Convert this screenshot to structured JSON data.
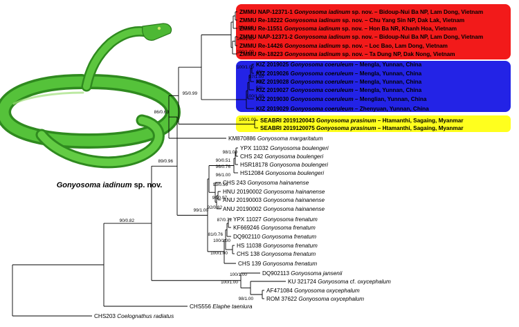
{
  "colors": {
    "clade_red": "#f21a1a",
    "clade_blue": "#2323e6",
    "clade_yellow": "#ffff1e",
    "branch": "#000000",
    "snake_green": "#3fae2c"
  },
  "photo": {
    "icon": "green-snake-photo",
    "caption": {
      "genus": "Gonyosoma",
      "epithet": "iadinum",
      "suffix": "sp. nov."
    }
  },
  "tips": [
    {
      "code": "ZMMU NAP-12371-1",
      "genus": "Gonyosoma",
      "epithet": "iadinum",
      "qual": "sp. nov.",
      "locality": "– Bidoup-Nui Ba NP, Lam Dong, Vietnam",
      "bold": true
    },
    {
      "code": "ZMMU Re-18222",
      "genus": "Gonyosoma",
      "epithet": "iadinum",
      "qual": "sp. nov.",
      "locality": "– Chu Yang Sin NP, Dak Lak, Vietnam",
      "bold": true
    },
    {
      "code": "ZMMU Re-11551",
      "genus": "Gonyosoma",
      "epithet": "iadinum",
      "qual": "sp. nov.",
      "locality": "– Hon Ba NR, Khanh Hoa, Vietnam",
      "bold": true
    },
    {
      "code": "ZMMU NAP-12371-2",
      "genus": "Gonyosoma",
      "epithet": "iadinum",
      "qual": "sp. nov.",
      "locality": "– Bidoup-Nui Ba NP, Lam Dong, Vietnam",
      "bold": true
    },
    {
      "code": "ZMMU Re-14426",
      "genus": "Gonyosoma",
      "epithet": "iadinum",
      "qual": "sp. nov.",
      "locality": "– Loc Bao, Lam Dong, Vietnam",
      "bold": true
    },
    {
      "code": "ZMMU Re-18223",
      "genus": "Gonyosoma",
      "epithet": "iadinum",
      "qual": "sp. nov.",
      "locality": "– Ta Dung NP, Dak Nong, Vietnam",
      "bold": true
    },
    {
      "code": "KIZ 2019025",
      "genus": "Gonyosoma",
      "epithet": "coeruleum",
      "qual": "",
      "locality": "– Mengla, Yunnan, China",
      "bold": true
    },
    {
      "code": "KIZ 2019026",
      "genus": "Gonyosoma",
      "epithet": "coeruleum",
      "qual": "",
      "locality": "– Mengla, Yunnan, China",
      "bold": true
    },
    {
      "code": "KIZ 2019028",
      "genus": "Gonyosoma",
      "epithet": "coeruleum",
      "qual": "",
      "locality": "– Mengla, Yunnan, China",
      "bold": true
    },
    {
      "code": "KIZ 2019027",
      "genus": "Gonyosoma",
      "epithet": "coeruleum",
      "qual": "",
      "locality": "– Mengla, Yunnan, China",
      "bold": true
    },
    {
      "code": "KIZ 2019030",
      "genus": "Gonyosoma",
      "epithet": "coeruleum",
      "qual": "",
      "locality": "– Menglian, Yunnan, China",
      "bold": true
    },
    {
      "code": "KIZ 2019029",
      "genus": "Gonyosoma",
      "epithet": "coeruleum",
      "qual": "",
      "locality": "– Zhenyuan, Yunnan, China",
      "bold": true
    },
    {
      "code": "SEABRI 2019120043",
      "genus": "Gonyosoma",
      "epithet": "prasinum",
      "qual": "",
      "locality": "– Htamanthi, Sagaing, Myanmar",
      "bold": true
    },
    {
      "code": "SEABRI 2019120075",
      "genus": "Gonyosoma",
      "epithet": "prasinum",
      "qual": "",
      "locality": "– Htamanthi, Sagaing, Myanmar",
      "bold": true
    },
    {
      "code": "KM870886",
      "genus": "Gonyosoma",
      "epithet": "margaritatum",
      "qual": "",
      "locality": "",
      "bold": false
    },
    {
      "code": "YPX 11032",
      "genus": "Gonyosoma",
      "epithet": "boulengeri",
      "qual": "",
      "locality": "",
      "bold": false
    },
    {
      "code": "CHS 242",
      "genus": "Gonyosoma",
      "epithet": "boulengeri",
      "qual": "",
      "locality": "",
      "bold": false
    },
    {
      "code": "HSR18178",
      "genus": "Gonyosoma",
      "epithet": "boulengeri",
      "qual": "",
      "locality": "",
      "bold": false
    },
    {
      "code": "HS12084",
      "genus": "Gonyosoma",
      "epithet": "boulengeri",
      "qual": "",
      "locality": "",
      "bold": false
    },
    {
      "code": "CHS 243",
      "genus": "Gonyosoma",
      "epithet": "hainanense",
      "qual": "",
      "locality": "",
      "bold": false
    },
    {
      "code": "HNU 20190002",
      "genus": "Gonyosoma",
      "epithet": "hainanense",
      "qual": "",
      "locality": "",
      "bold": false
    },
    {
      "code": "ANU 20190003",
      "genus": "Gonyosoma",
      "epithet": "hainanense",
      "qual": "",
      "locality": "",
      "bold": false
    },
    {
      "code": "ANU 20190002",
      "genus": "Gonyosoma",
      "epithet": "hainanense",
      "qual": "",
      "locality": "",
      "bold": false
    },
    {
      "code": "YPX 11027",
      "genus": "Gonyosoma",
      "epithet": "frenatum",
      "qual": "",
      "locality": "",
      "bold": false
    },
    {
      "code": "KF669246",
      "genus": "Gonyosoma",
      "epithet": "frenatum",
      "qual": "",
      "locality": "",
      "bold": false
    },
    {
      "code": "DQ902110",
      "genus": "Gonyosoma",
      "epithet": "frenatum",
      "qual": "",
      "locality": "",
      "bold": false
    },
    {
      "code": "HS 11038",
      "genus": "Gonyosoma",
      "epithet": "frenatum",
      "qual": "",
      "locality": "",
      "bold": false
    },
    {
      "code": "CHS 138",
      "genus": "Gonyosoma",
      "epithet": "frenatum",
      "qual": "",
      "locality": "",
      "bold": false
    },
    {
      "code": "CHS 139",
      "genus": "Gonyosoma",
      "epithet": "frenatum",
      "qual": "",
      "locality": "",
      "bold": false
    },
    {
      "code": "DQ902113",
      "genus": "Gonyosoma",
      "epithet": "jansenii",
      "qual": "",
      "locality": "",
      "bold": false
    },
    {
      "code": "KU 321724",
      "genus": "Gonyosoma",
      "epithet": "oxycephalum",
      "qual": "cf.",
      "locality": "",
      "bold": false
    },
    {
      "code": "AF471084",
      "genus": "Gonyosoma",
      "epithet": "oxycephalum",
      "qual": "",
      "locality": "",
      "bold": false
    },
    {
      "code": "ROM 37622",
      "genus": "Gonyosoma",
      "epithet": "oxycephalum",
      "qual": "",
      "locality": "",
      "bold": false
    },
    {
      "code": "CHS556",
      "genus": "Elaphe",
      "epithet": "taeniura",
      "qual": "",
      "locality": "",
      "bold": false
    },
    {
      "code": "CHS203",
      "genus": "Coelognathus",
      "epithet": "radiatus",
      "qual": "",
      "locality": "",
      "bold": false
    }
  ],
  "supports": [
    "95/1.00",
    "100/1.00",
    "100/1.00",
    "100/1.00",
    "46/-",
    "97/1.00",
    "34/-",
    "52/-",
    "100/1.00",
    "95/0.99",
    "86/0.63",
    "100/1.00",
    "98/1.00",
    "90/0.51",
    "96/0.76",
    "96/1.00",
    "89/0.96",
    "93/0.55",
    "94/0.97",
    "92/0.82",
    "99/1.00",
    "87/0.72",
    "81/0.76",
    "100/1.00",
    "100/1.00",
    "90/0.82",
    "100/1.00",
    "100/1.00",
    "98/1.00"
  ]
}
